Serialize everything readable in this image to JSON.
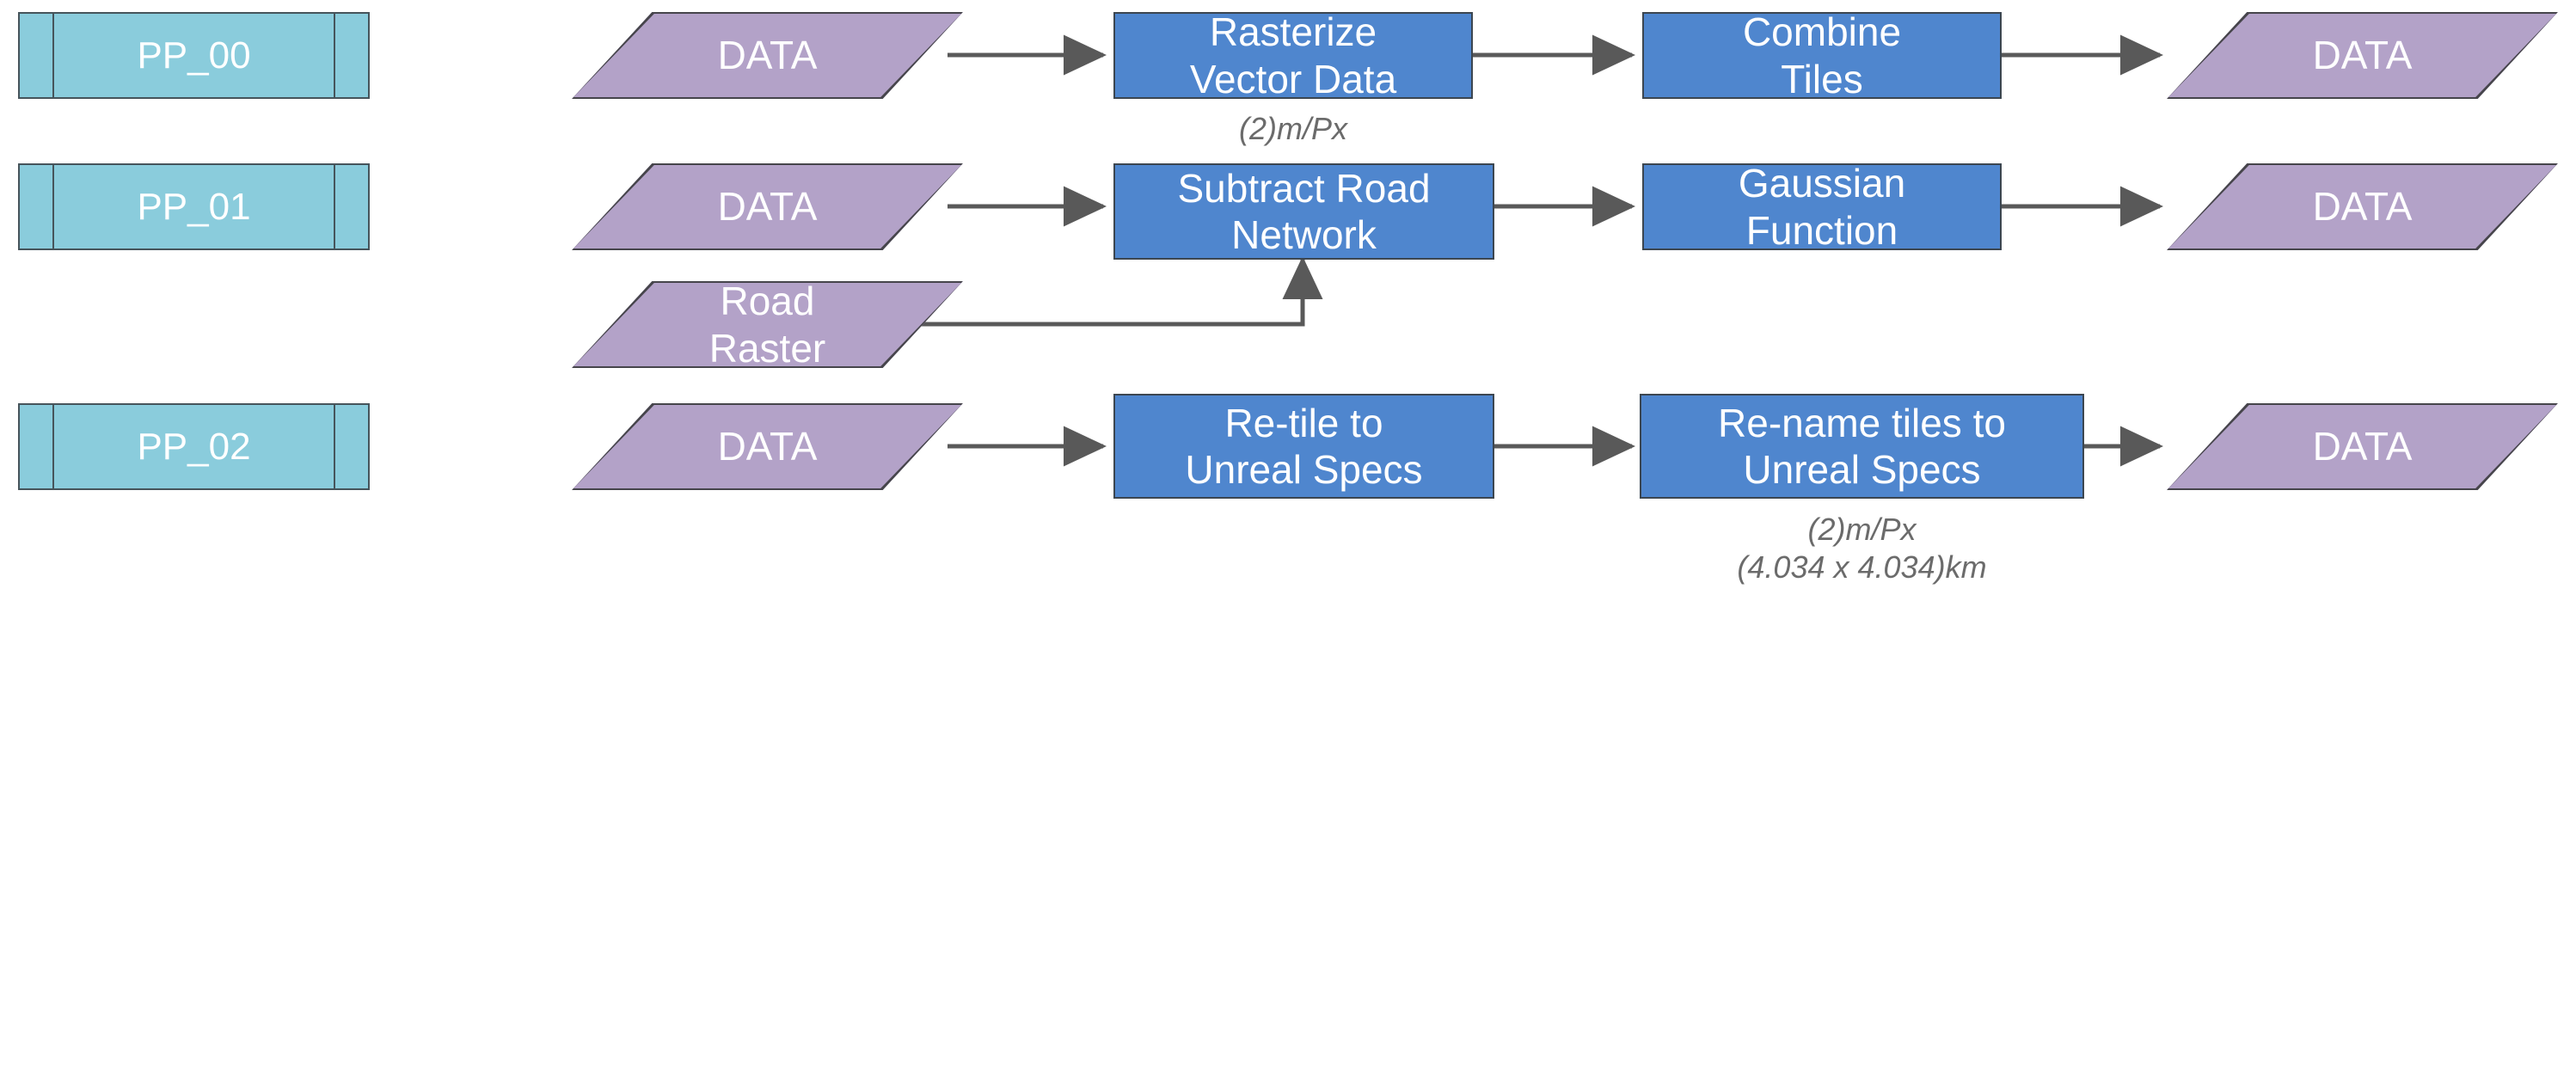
{
  "diagram": {
    "title": "Pre-Processing Pipeline Flowchart",
    "background": "#ffffff",
    "colors": {
      "predefined_process_fill": "#8ACCDC",
      "predefined_process_stroke": "#46545B",
      "process_fill": "#4F86CE",
      "process_stroke": "#3C4650",
      "data_fill": "#B3A2C8",
      "data_stroke": "#46454B",
      "connector": "#595959",
      "node_text": "#ffffff",
      "annotation_text": "#6B6B6B"
    }
  },
  "stages": [
    {
      "id": "pp_00",
      "label": "PP_00",
      "input": {
        "label": "DATA"
      },
      "steps": [
        {
          "label": "Rasterize\nVector Data",
          "annotation": "(2)m/Px"
        },
        {
          "label": "Combine\nTiles",
          "annotation": ""
        }
      ],
      "output": {
        "label": "DATA"
      }
    },
    {
      "id": "pp_01",
      "label": "PP_01",
      "input": {
        "label": "DATA"
      },
      "secondary_input": {
        "label": "Road\nRaster"
      },
      "steps": [
        {
          "label": "Subtract Road\nNetwork",
          "annotation": ""
        },
        {
          "label": "Gaussian\nFunction",
          "annotation": ""
        }
      ],
      "output": {
        "label": "DATA"
      }
    },
    {
      "id": "pp_02",
      "label": "PP_02",
      "input": {
        "label": "DATA"
      },
      "steps": [
        {
          "label": "Re-tile to\nUnreal Specs",
          "annotation": ""
        },
        {
          "label": "Re-name tiles to\nUnreal Specs",
          "annotation": "(2)m/Px\n(4.034 x 4.034)km"
        }
      ],
      "output": {
        "label": "DATA"
      }
    }
  ]
}
